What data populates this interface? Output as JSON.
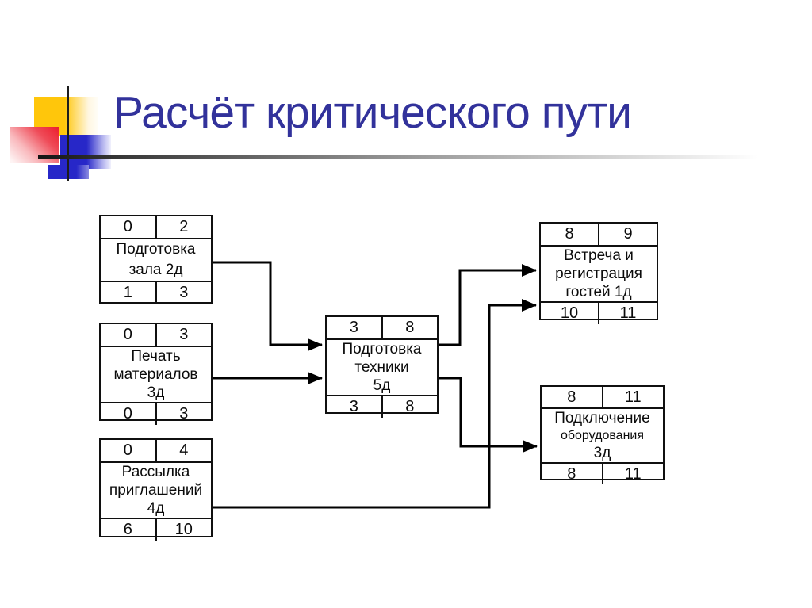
{
  "slide": {
    "title": "Расчёт критического пути"
  },
  "theme": {
    "title_color": "#32329b",
    "accent_yellow": "#ffc60b",
    "accent_red": "#ec1c2c",
    "accent_blue": "#2727c8",
    "diagram_line_color": "#000000",
    "background": "#ffffff"
  },
  "diagram": {
    "boxes": [
      {
        "name": "hall-prep",
        "early_start": "0",
        "early_finish": "2",
        "lines": [
          "Подготовка",
          "зала 2д"
        ],
        "late_start": "1",
        "late_finish": "3"
      },
      {
        "name": "print-materials",
        "early_start": "0",
        "early_finish": "3",
        "lines": [
          "Печать",
          "материалов",
          "3д"
        ],
        "late_start": "0",
        "late_finish": "3"
      },
      {
        "name": "send-invitations",
        "early_start": "0",
        "early_finish": "4",
        "lines": [
          "Рассылка",
          "приглашений",
          "4д"
        ],
        "late_start": "6",
        "late_finish": "10"
      },
      {
        "name": "tech-prep",
        "early_start": "3",
        "early_finish": "8",
        "lines": [
          "Подготовка",
          "техники",
          "5д"
        ],
        "late_start": "3",
        "late_finish": "8"
      },
      {
        "name": "guest-registration",
        "early_start": "8",
        "early_finish": "9",
        "lines": [
          "Встреча и",
          "регистрация",
          "гостей 1д"
        ],
        "late_start": "10",
        "late_finish": "11"
      },
      {
        "name": "equipment-connection",
        "early_start": "8",
        "early_finish": "11",
        "lines": [
          "Подключение",
          "оборудования",
          "3д"
        ],
        "late_start": "8",
        "late_finish": "11"
      }
    ]
  }
}
